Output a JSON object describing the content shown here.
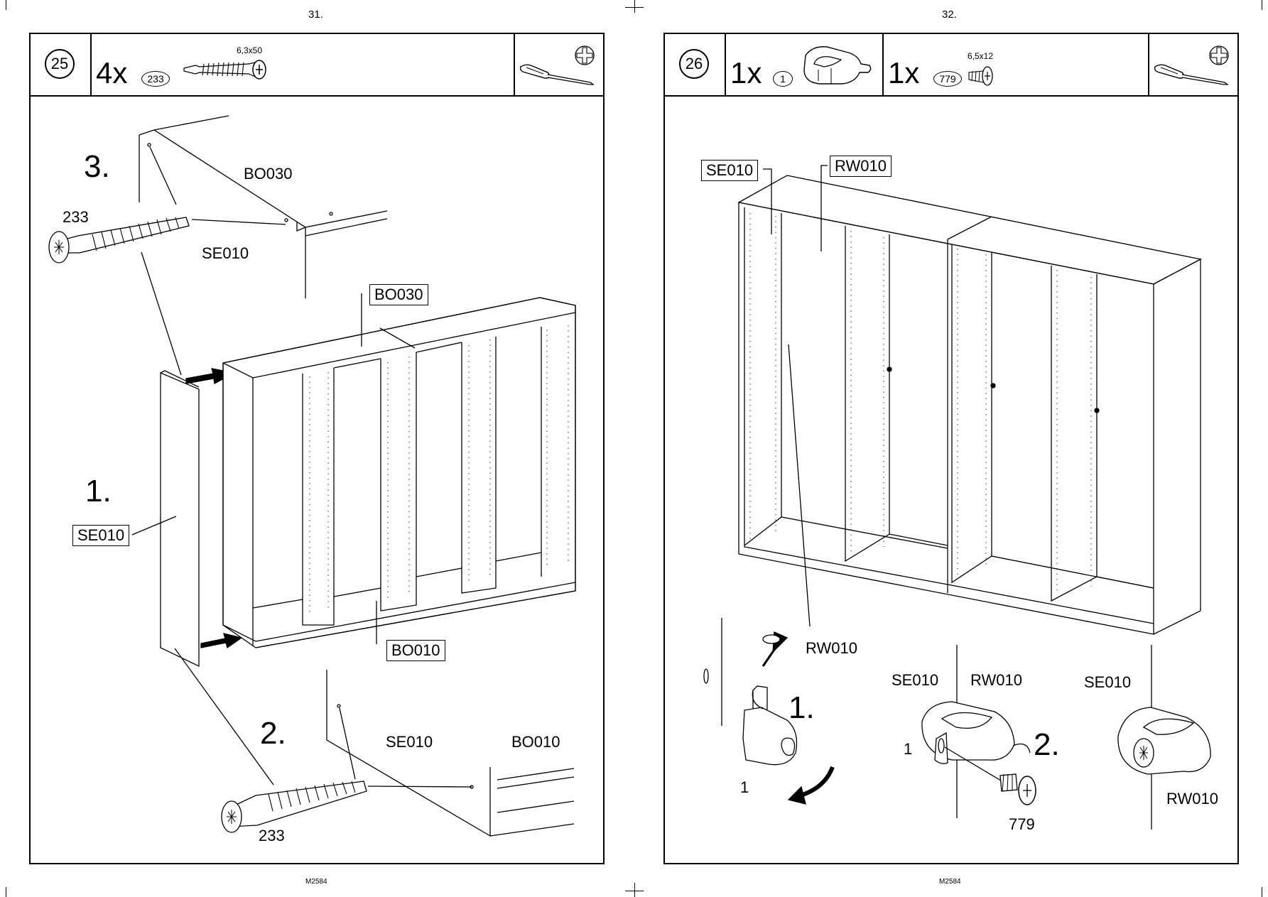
{
  "pages": [
    {
      "page_number": "31.",
      "footer": "M2584",
      "step_number": "25",
      "parts": [
        {
          "qty": "4x",
          "part_id": "233",
          "spec": "6,3x50"
        }
      ],
      "labels": {
        "step3": "3.",
        "step1": "1.",
        "step2": "2.",
        "bo030_top": "BO030",
        "screw_top": "233",
        "se010_top": "SE010",
        "bo030_box": "BO030",
        "se010_box": "SE010",
        "bo010_box": "BO010",
        "se010_bottom": "SE010",
        "bo010_bottom": "BO010",
        "screw_bottom": "233"
      }
    },
    {
      "page_number": "32.",
      "footer": "M2584",
      "step_number": "26",
      "parts": [
        {
          "qty": "1x",
          "part_id": "1",
          "spec": ""
        },
        {
          "qty": "1x",
          "part_id": "779",
          "spec": "6,5x12"
        }
      ],
      "labels": {
        "se010_box": "SE010",
        "rw010_box": "RW010",
        "rw010_detail": "RW010",
        "step1": "1.",
        "part1_a": "1",
        "se010_mid": "SE010",
        "rw010_mid": "RW010",
        "part1_b": "1",
        "step2": "2.",
        "screw779": "779",
        "se010_right": "SE010",
        "rw010_right": "RW010"
      }
    }
  ],
  "icons": [
    "screwdriver-icon",
    "phillips-head-icon",
    "screw-icon",
    "bracket-icon",
    "arrow-icon"
  ]
}
